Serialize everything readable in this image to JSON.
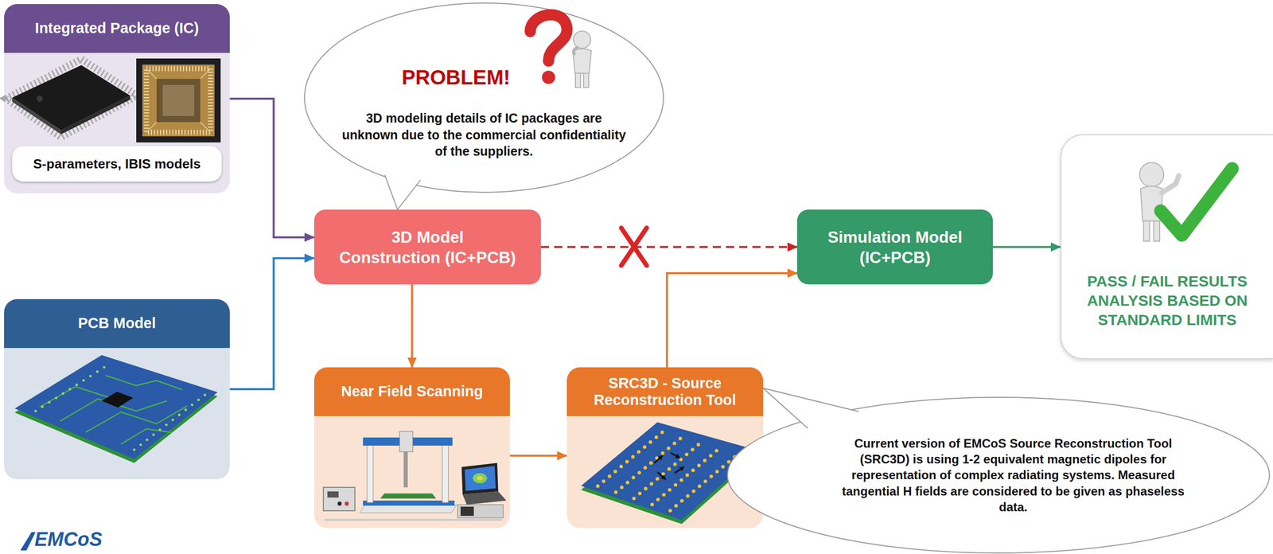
{
  "diagram": {
    "nodes": [
      {
        "text": [
          "Integrated Package (IC)"
        ]
      },
      {
        "text": [
          "S-parameters, IBIS models"
        ],
        "in": 0
      },
      {
        "text": [
          "PROBLEM!",
          "3D modeling details of IC packages are unknown due to the commercial confidentiality of the suppliers."
        ]
      },
      {
        "text": [
          "3D Model Construction (IC+PCB)"
        ]
      },
      {
        "text": [
          "Simulation Model (IC+PCB)"
        ]
      },
      {
        "text": [
          "PASS / FAIL RESULTS ANALYSIS BASED ON STANDARD LIMITS"
        ]
      },
      {
        "text": [
          "PCB Model"
        ]
      },
      {
        "text": [
          "Near Field Scanning"
        ]
      },
      {
        "text": [
          "SRC3D - Source Reconstruction Tool"
        ]
      },
      {
        "text": [
          "Current version of EMCoS Source Reconstruction Tool (SRC3D) is using 1-2 equivalent magnetic dipoles for representation of complex radiating systems. Measured tangential H fields are considered to be given as phaseless data."
        ]
      }
    ],
    "edges": [
      {
        "from": 0,
        "to": 3,
        "arrow": "to"
      },
      {
        "from": 6,
        "to": 3,
        "arrow": "to"
      },
      {
        "from": 3,
        "to": 4,
        "arrow": "to"
      },
      {
        "from": 3,
        "to": 7,
        "arrow": "to"
      },
      {
        "from": 7,
        "to": 8,
        "arrow": "to"
      },
      {
        "from": 8,
        "to": 4,
        "arrow": "to"
      },
      {
        "from": 4,
        "to": 5,
        "arrow": "to"
      }
    ],
    "labels": [
      "EMCoS"
    ]
  }
}
